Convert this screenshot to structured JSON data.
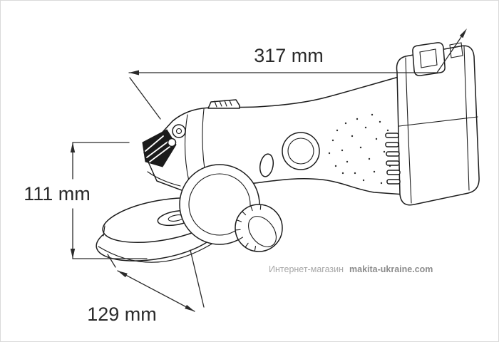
{
  "dims": {
    "length": "317 mm",
    "height": "111 mm",
    "disc": "129 mm"
  },
  "watermark": {
    "prefix": "Интернет-магазин",
    "site": "makita-ukraine.com"
  },
  "colors": {
    "line": "#1c1c1c",
    "dimension_text": "#2a2a2a",
    "watermark_prefix": "#a6a6a6",
    "watermark_site": "#8c8c8c",
    "background": "#ffffff"
  }
}
